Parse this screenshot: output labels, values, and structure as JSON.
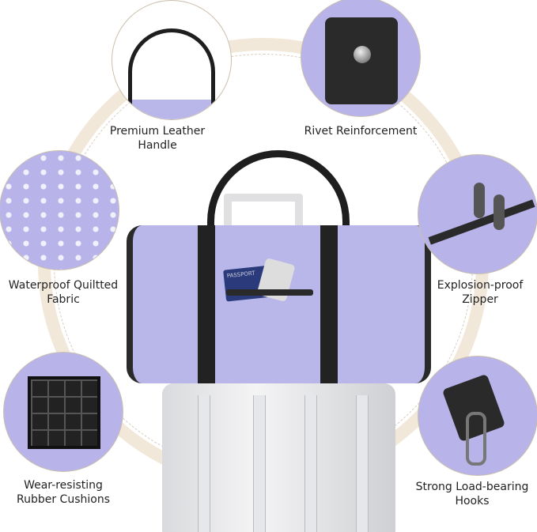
{
  "features": [
    {
      "label_line1": "Premium Leather",
      "label_line2": "Handle"
    },
    {
      "label_line1": "Rivet Reinforcement",
      "label_line2": ""
    },
    {
      "label_line1": "Waterproof Quiltted",
      "label_line2": "Fabric"
    },
    {
      "label_line1": "Explosion-proof",
      "label_line2": "Zipper"
    },
    {
      "label_line1": "Wear-resisting",
      "label_line2": "Rubber Cushions"
    },
    {
      "label_line1": "Strong Load-bearing",
      "label_line2": "Hooks"
    }
  ],
  "product": {
    "passport_text": "PASSPORT"
  },
  "colors": {
    "bag": "#b9b6ea",
    "ring": "#f2e8da",
    "leather": "#1e1e1e"
  }
}
